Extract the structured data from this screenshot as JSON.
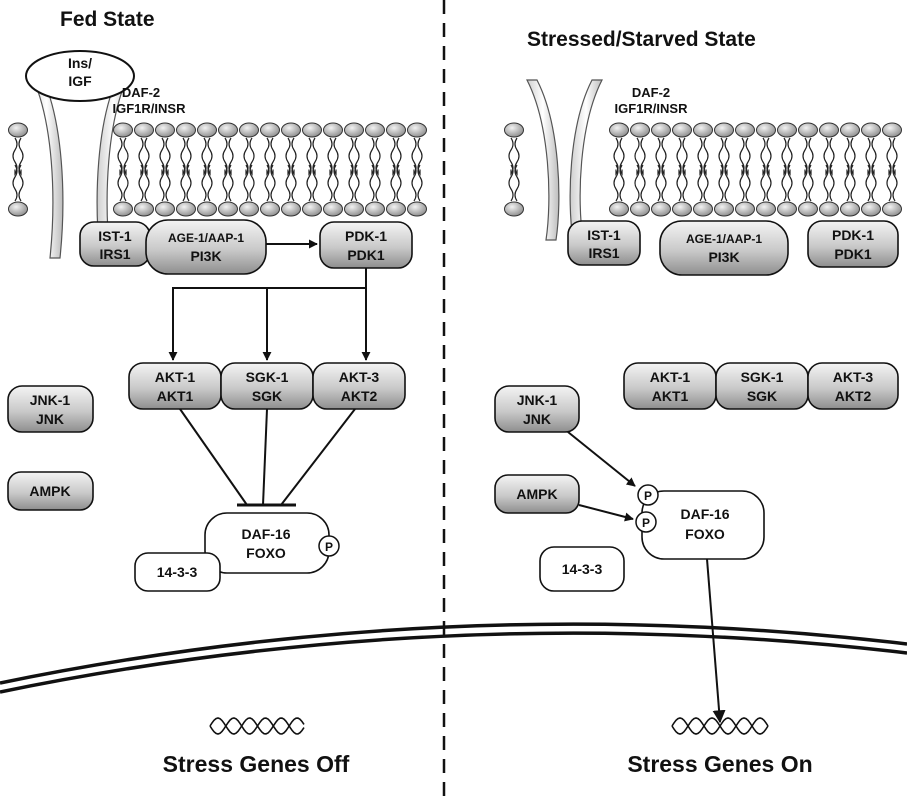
{
  "titles": {
    "left": "Fed State",
    "right": "Stressed/Starved State"
  },
  "ligand": {
    "line1": "Ins/",
    "line2": "IGF"
  },
  "receptor": {
    "line1": "DAF-2",
    "line2": "IGF1R/INSR"
  },
  "proteins": {
    "ist1": {
      "line1": "IST-1",
      "line2": "IRS1"
    },
    "age1": {
      "line1": "AGE-1/AAP-1",
      "line2": "PI3K"
    },
    "pdk1": {
      "line1": "PDK-1",
      "line2": "PDK1"
    },
    "akt1": {
      "line1": "AKT-1",
      "line2": "AKT1"
    },
    "sgk1": {
      "line1": "SGK-1",
      "line2": "SGK"
    },
    "akt3": {
      "line1": "AKT-3",
      "line2": "AKT2"
    },
    "jnk1": {
      "line1": "JNK-1",
      "line2": "JNK"
    },
    "ampk": {
      "line1": "AMPK"
    },
    "daf16": {
      "line1": "DAF-16",
      "line2": "FOXO"
    },
    "adapter": {
      "line1": "14-3-3"
    },
    "phospho": "P"
  },
  "footers": {
    "left": "Stress Genes Off",
    "right": "Stress Genes On"
  },
  "colors": {
    "protein_gradient_light": "#f4f4f4",
    "protein_gradient_dark": "#8e8e8e",
    "daf16_fill": "#ffffff",
    "lipid_head_light": "#f2f2f2",
    "lipid_head_dark": "#8a8a8a",
    "line": "#111111"
  }
}
